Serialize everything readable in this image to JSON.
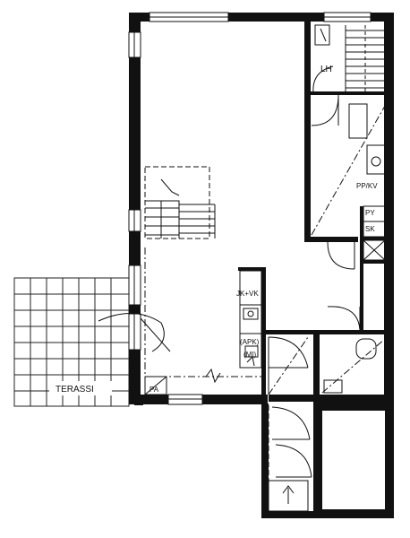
{
  "labels": {
    "lh": "LH",
    "pp_kv": "PP/KV",
    "py": "PY",
    "sk": "SK",
    "jk_vk": "JK+VK",
    "apk": "(APK)",
    "mi": "(MI)",
    "pa": "PA",
    "terassi": "TERASSI"
  },
  "colors": {
    "wall": "#111111",
    "line": "#1a1a1a",
    "background": "#ffffff"
  }
}
